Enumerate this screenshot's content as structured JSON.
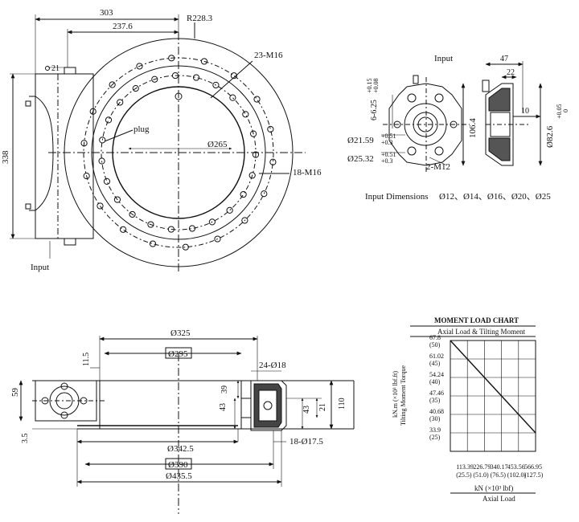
{
  "top_view": {
    "dim_303": "303",
    "dim_237_6": "237.6",
    "dim_r228_3": "R228.3",
    "dim_21": "21",
    "dim_338": "338",
    "label_23_m16": "23-M16",
    "label_plug": "plug",
    "dim_265": "Ø265",
    "label_18_m16": "18-M16",
    "label_input": "Input"
  },
  "input_view": {
    "label_input": "Input",
    "dim_47": "47",
    "dim_22": "22",
    "dim_6_6_25": "6-6.25",
    "tol_6_6_25_upper": "+0.15",
    "tol_6_6_25_lower": "+0.08",
    "dim_21_59": "Ø21.59",
    "tol_21_59_upper": "+0.51",
    "tol_21_59_lower": "+0.3",
    "dim_25_32": "Ø25.32",
    "tol_25_32_upper": "+0.51",
    "tol_25_32_lower": "+0.3",
    "dim_106_4": "106.4",
    "label_2_m12": "2-M12",
    "dim_10": "10",
    "dim_82_6": "Ø82.6",
    "tol_82_6_upper": "+0.05",
    "tol_82_6_lower": "0",
    "input_dimensions_label": "Input Dimensions",
    "input_dimensions_values": "Ø12、Ø14、Ø16、Ø20、Ø25"
  },
  "section_view": {
    "dim_325": "Ø325",
    "dim_295": "Ø295",
    "dim_11_5": "11.5",
    "dim_24_18": "24-Ø18",
    "dim_59": "59",
    "dim_39": "39",
    "dim_43_left": "43",
    "dim_43_right": "43",
    "dim_21": "21",
    "dim_110": "110",
    "dim_3_5": "3.5",
    "dim_342_5": "Ø342.5",
    "dim_18_17_5": "18-Ø17.5",
    "dim_390": "Ø390",
    "dim_435_5": "Ø435.5"
  },
  "chart_data": {
    "type": "line",
    "title": "MOMENT LOAD CHART",
    "subtitle": "Axial Load & Tilting Moment",
    "ylabel_units": "kN.m  (×10³ lbf.ft)",
    "ylabel": "Tilting Moment Torque",
    "xlabel_units": "kN  (×10³ lbf)",
    "xlabel": "Axial Load",
    "y_ticks": [
      {
        "primary": "67.8",
        "secondary": "(50)"
      },
      {
        "primary": "61.02",
        "secondary": "(45)"
      },
      {
        "primary": "54.24",
        "secondary": "(40)"
      },
      {
        "primary": "47.46",
        "secondary": "(35)"
      },
      {
        "primary": "40.68",
        "secondary": "(30)"
      },
      {
        "primary": "33.9",
        "secondary": "(25)"
      }
    ],
    "x_ticks": [
      {
        "primary": "113.39",
        "secondary": "(25.5)"
      },
      {
        "primary": "226.79",
        "secondary": "(51.0)"
      },
      {
        "primary": "340.17",
        "secondary": "(76.5)"
      },
      {
        "primary": "453.56",
        "secondary": "(102.0)"
      },
      {
        "primary": "566.95",
        "secondary": "(127.5)"
      }
    ],
    "series": [
      {
        "x": [
          0,
          566.95
        ],
        "y": [
          67.8,
          33.9
        ]
      }
    ]
  }
}
